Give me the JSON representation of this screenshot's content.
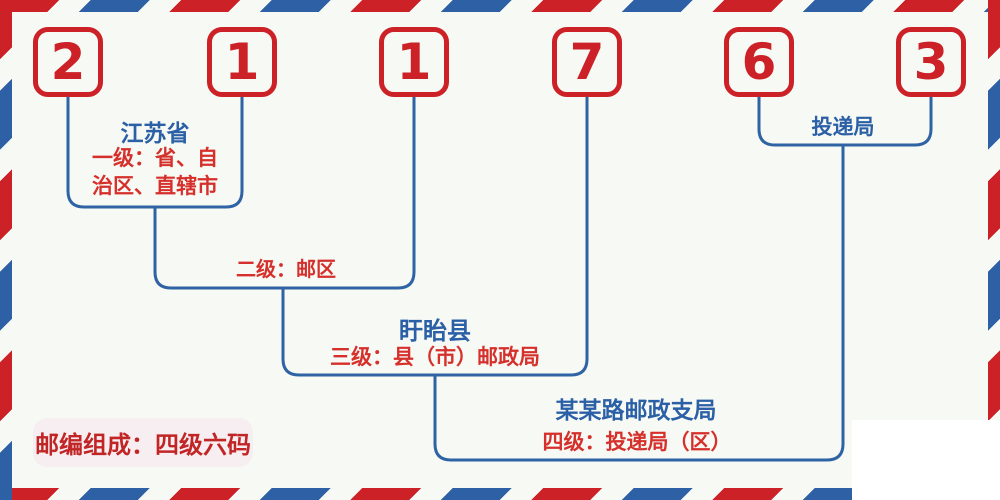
{
  "postal_code": {
    "value": "211763",
    "digits": [
      "2",
      "1",
      "1",
      "7",
      "6",
      "3"
    ]
  },
  "annotations": {
    "level1_place": "江苏省",
    "level1_desc": "一级：省、自治区、直辖市",
    "level2_desc": "二级：邮区",
    "level3_place": "盱眙县",
    "level3_desc": "三级：县（市）邮政局",
    "level4_place": "某某路邮政支局",
    "level4_desc": "四级：投递局（区）",
    "delivery_office_label": "投递局"
  },
  "badge": {
    "text": "邮编组成：四级六码"
  },
  "colors": {
    "stripe_red": "#cb2127",
    "stripe_blue": "#2d60a4",
    "line_blue": "#2e63a4",
    "place_text_blue": "#2b60a6",
    "desc_text_red": "#d6302c",
    "badge_background": "#f6eef1",
    "badge_text_red": "#c22525",
    "background": "#f7f9f4",
    "digit_red": "#cb2127"
  }
}
